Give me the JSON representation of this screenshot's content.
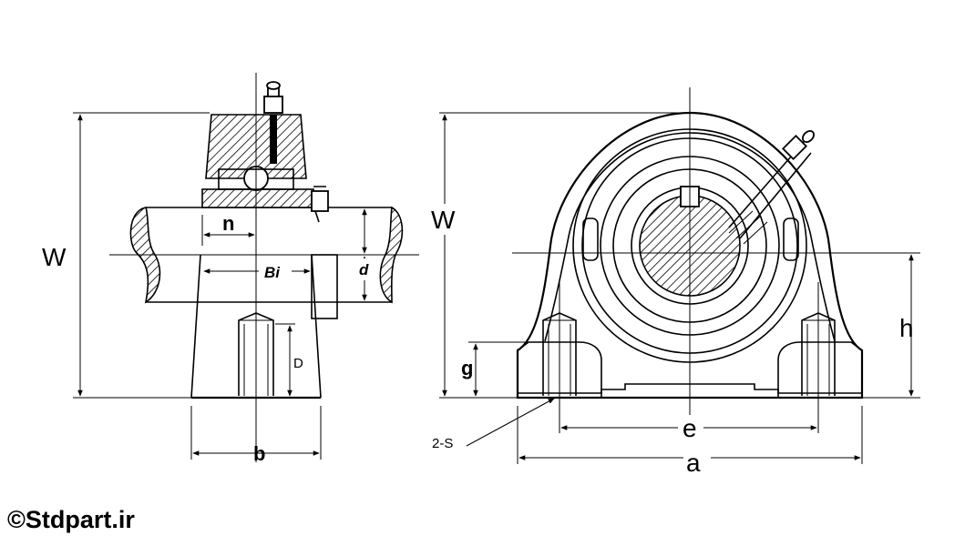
{
  "labels": {
    "W_left": "W",
    "n": "n",
    "Bi": "Bi",
    "d": "d",
    "D": "D",
    "b": "b",
    "W_right": "W",
    "h": "h",
    "g": "g",
    "e": "e",
    "a": "a",
    "S": "2-S"
  },
  "watermark": "©Stdpart.ir"
}
